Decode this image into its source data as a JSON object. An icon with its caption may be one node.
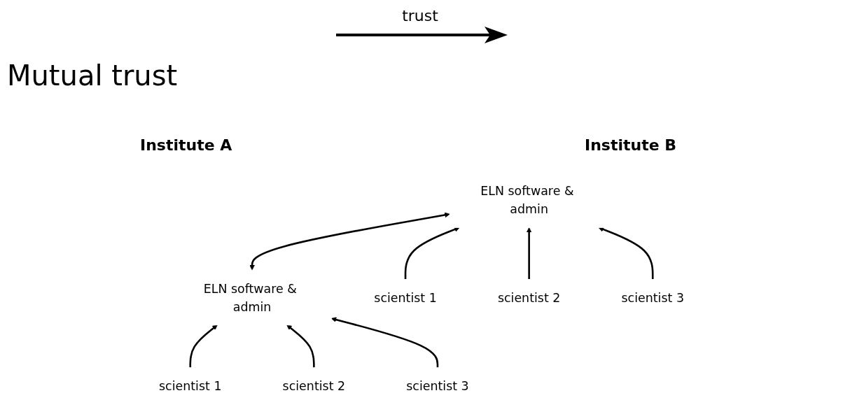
{
  "diagram": {
    "title": "Mutual trust",
    "nodes": [
      {
        "text": [
          "ELN software & admin"
        ]
      },
      {
        "text": [
          "scientist 1"
        ]
      },
      {
        "text": [
          "scientist 2"
        ]
      },
      {
        "text": [
          "scientist 3"
        ]
      },
      {
        "text": [
          "ELN software & admin"
        ]
      },
      {
        "text": [
          "scientist 1"
        ]
      },
      {
        "text": [
          "scientist 2"
        ]
      },
      {
        "text": [
          "scientist 3"
        ]
      }
    ],
    "edges": [
      {
        "from": 1,
        "to": 0,
        "arrow": "to"
      },
      {
        "from": 2,
        "to": 0,
        "arrow": "to"
      },
      {
        "from": 3,
        "to": 0,
        "arrow": "to"
      },
      {
        "from": 0,
        "to": 4,
        "arrow": "both"
      },
      {
        "from": 5,
        "to": 4,
        "arrow": "to"
      },
      {
        "from": 6,
        "to": 4,
        "arrow": "to"
      },
      {
        "from": 7,
        "to": 4,
        "arrow": "to"
      }
    ],
    "labels": [
      "Institute A",
      "Institute B"
    ],
    "legend": [
      {
        "text": "trust"
      }
    ]
  }
}
